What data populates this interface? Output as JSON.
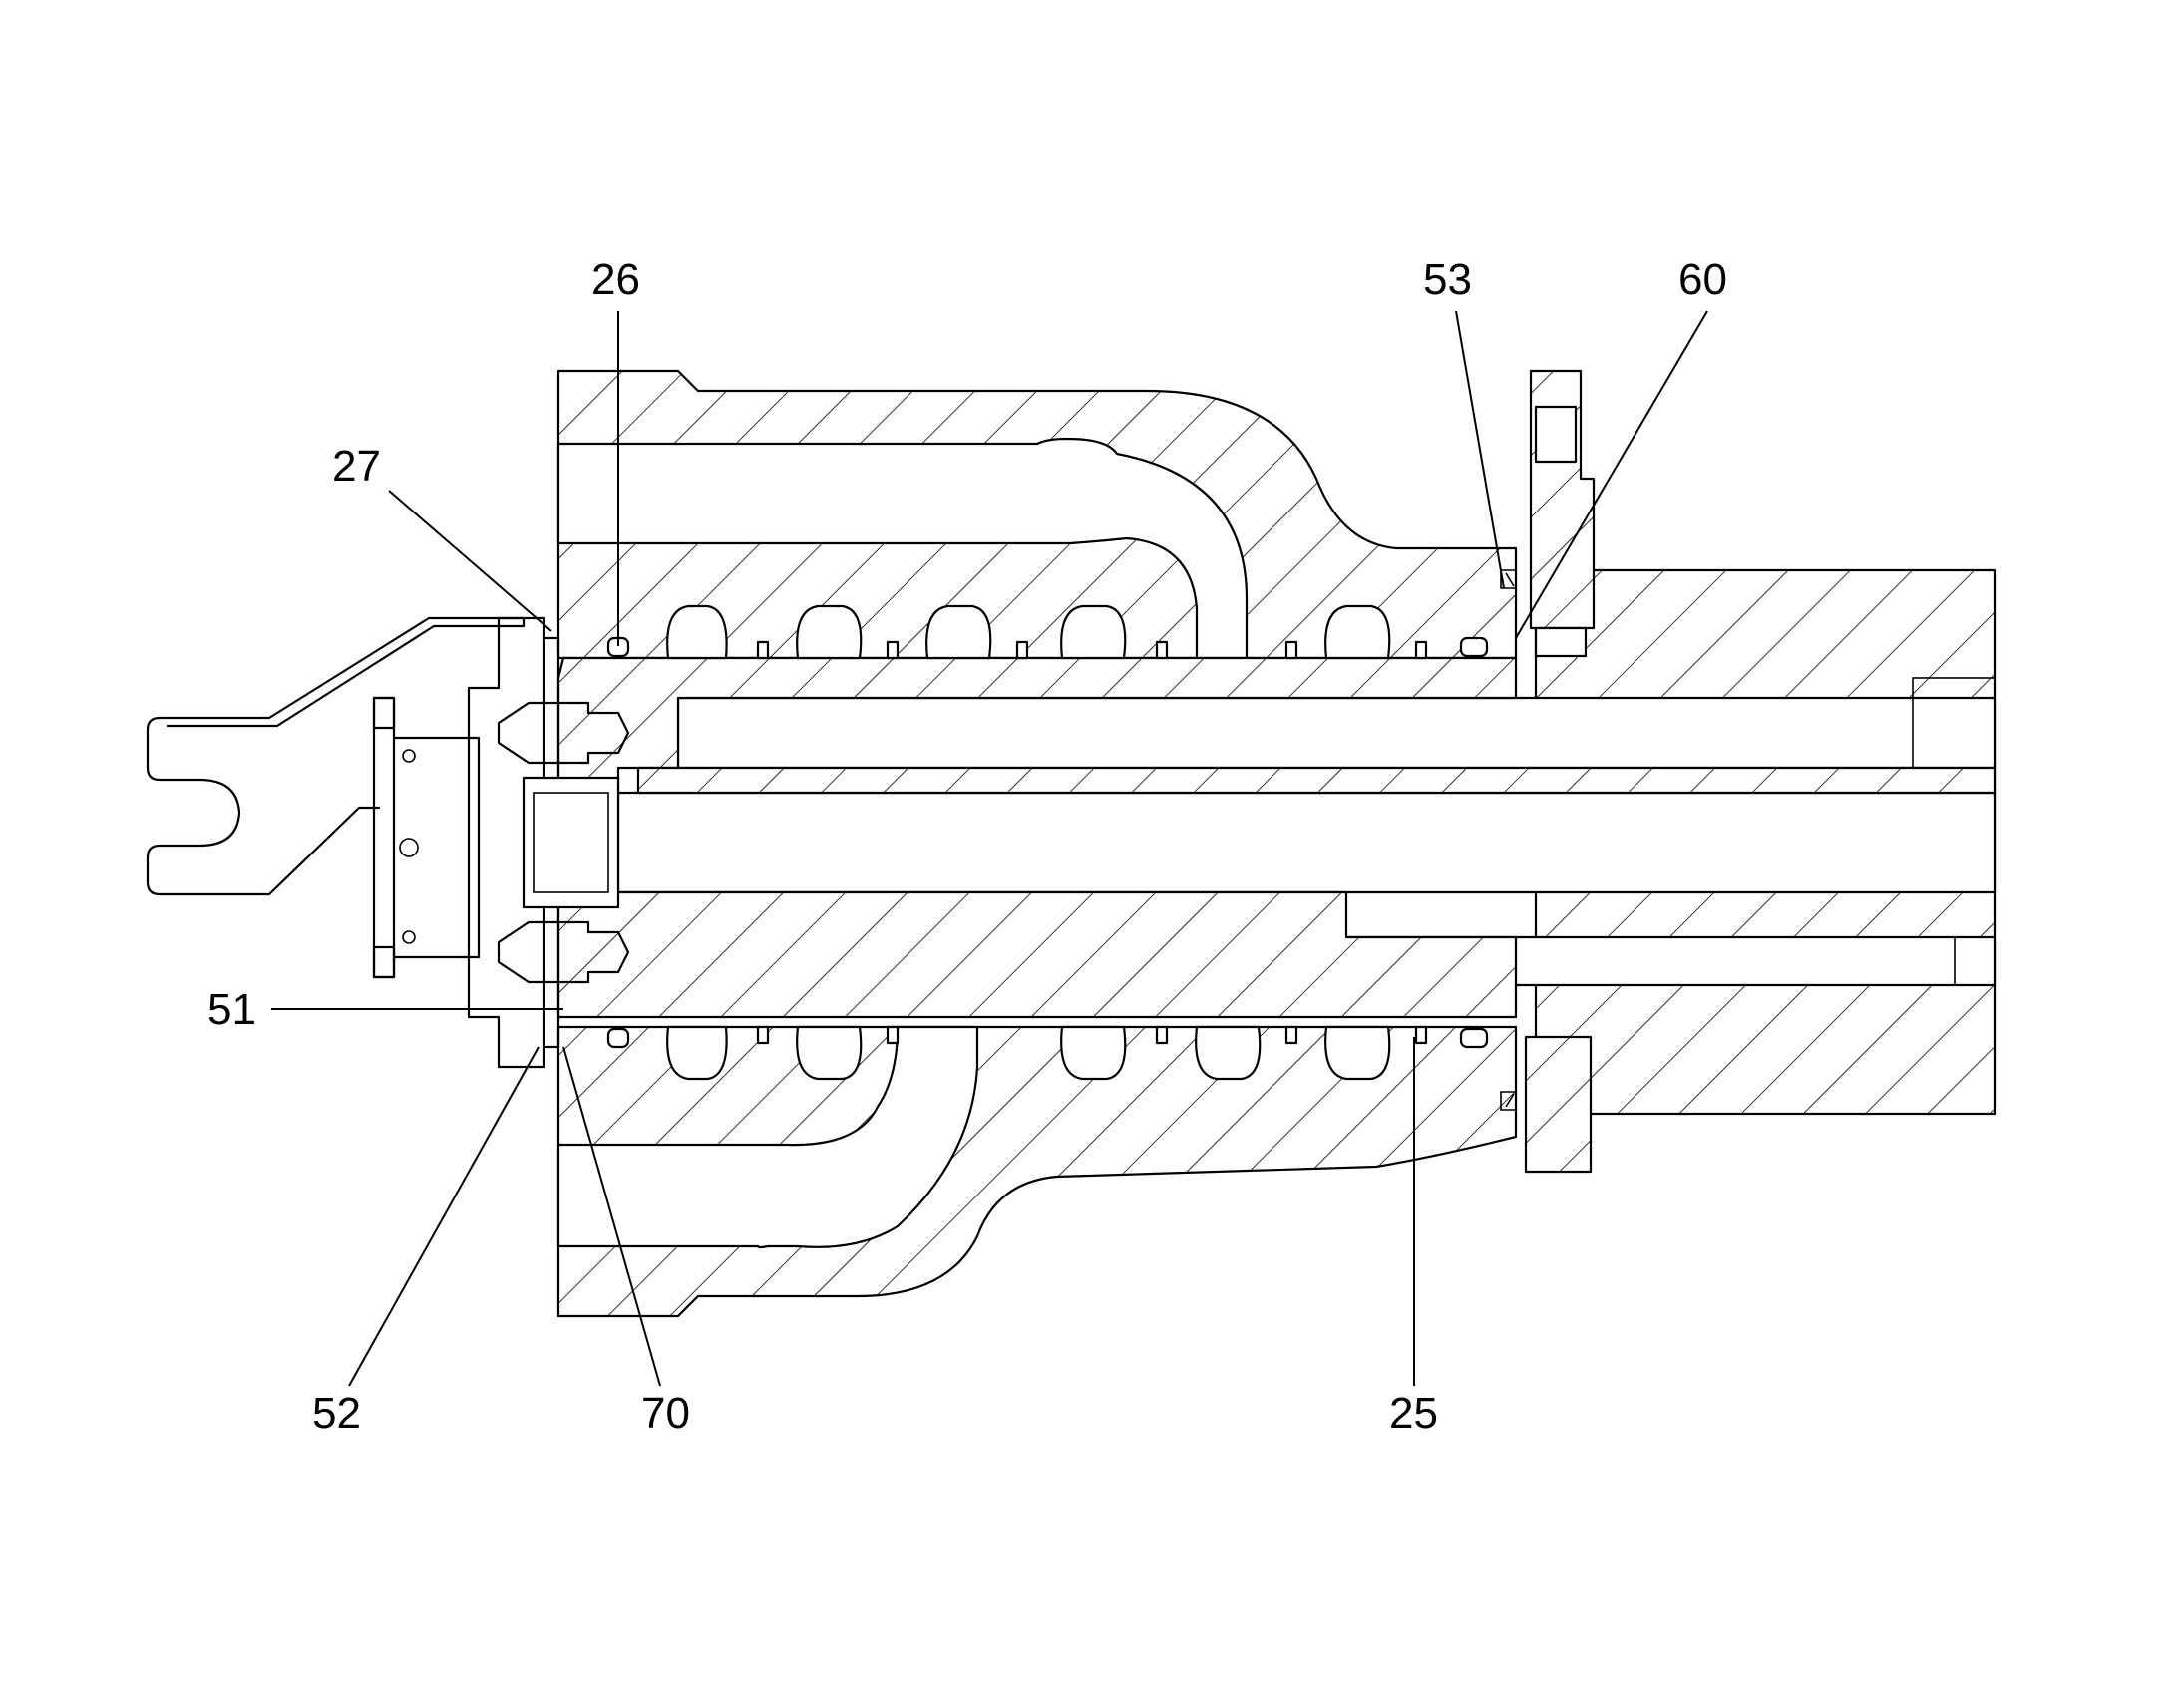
{
  "figure": {
    "labels": [
      {
        "id": "26",
        "text": "26"
      },
      {
        "id": "27",
        "text": "27"
      },
      {
        "id": "53",
        "text": "53"
      },
      {
        "id": "60",
        "text": "60"
      },
      {
        "id": "51",
        "text": "51"
      },
      {
        "id": "52",
        "text": "52"
      },
      {
        "id": "70",
        "text": "70"
      },
      {
        "id": "25",
        "text": "25"
      }
    ]
  }
}
